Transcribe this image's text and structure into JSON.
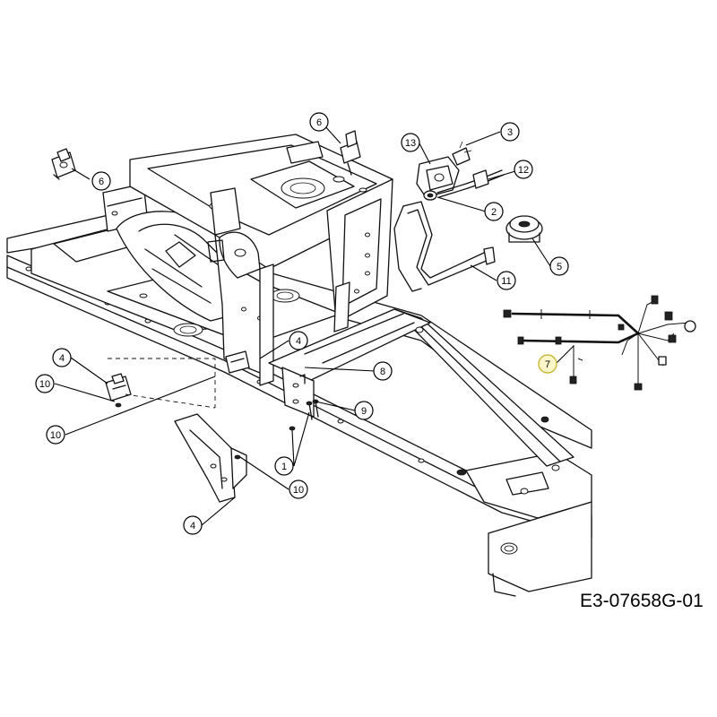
{
  "drawing_code": "E3-07658G-01",
  "callouts": [
    {
      "id": "c6a",
      "label": "6"
    },
    {
      "id": "c6b",
      "label": "6"
    },
    {
      "id": "c13",
      "label": "13"
    },
    {
      "id": "c3",
      "label": "3"
    },
    {
      "id": "c12",
      "label": "12"
    },
    {
      "id": "c2",
      "label": "2"
    },
    {
      "id": "c5",
      "label": "5"
    },
    {
      "id": "c11",
      "label": "11"
    },
    {
      "id": "c4a",
      "label": "4"
    },
    {
      "id": "c7",
      "label": "7"
    },
    {
      "id": "c8",
      "label": "8"
    },
    {
      "id": "c4b",
      "label": "4"
    },
    {
      "id": "c10a",
      "label": "10"
    },
    {
      "id": "c9",
      "label": "9"
    },
    {
      "id": "c10b",
      "label": "10"
    },
    {
      "id": "c1",
      "label": "1"
    },
    {
      "id": "c10c",
      "label": "10"
    },
    {
      "id": "c4c",
      "label": "4"
    }
  ]
}
